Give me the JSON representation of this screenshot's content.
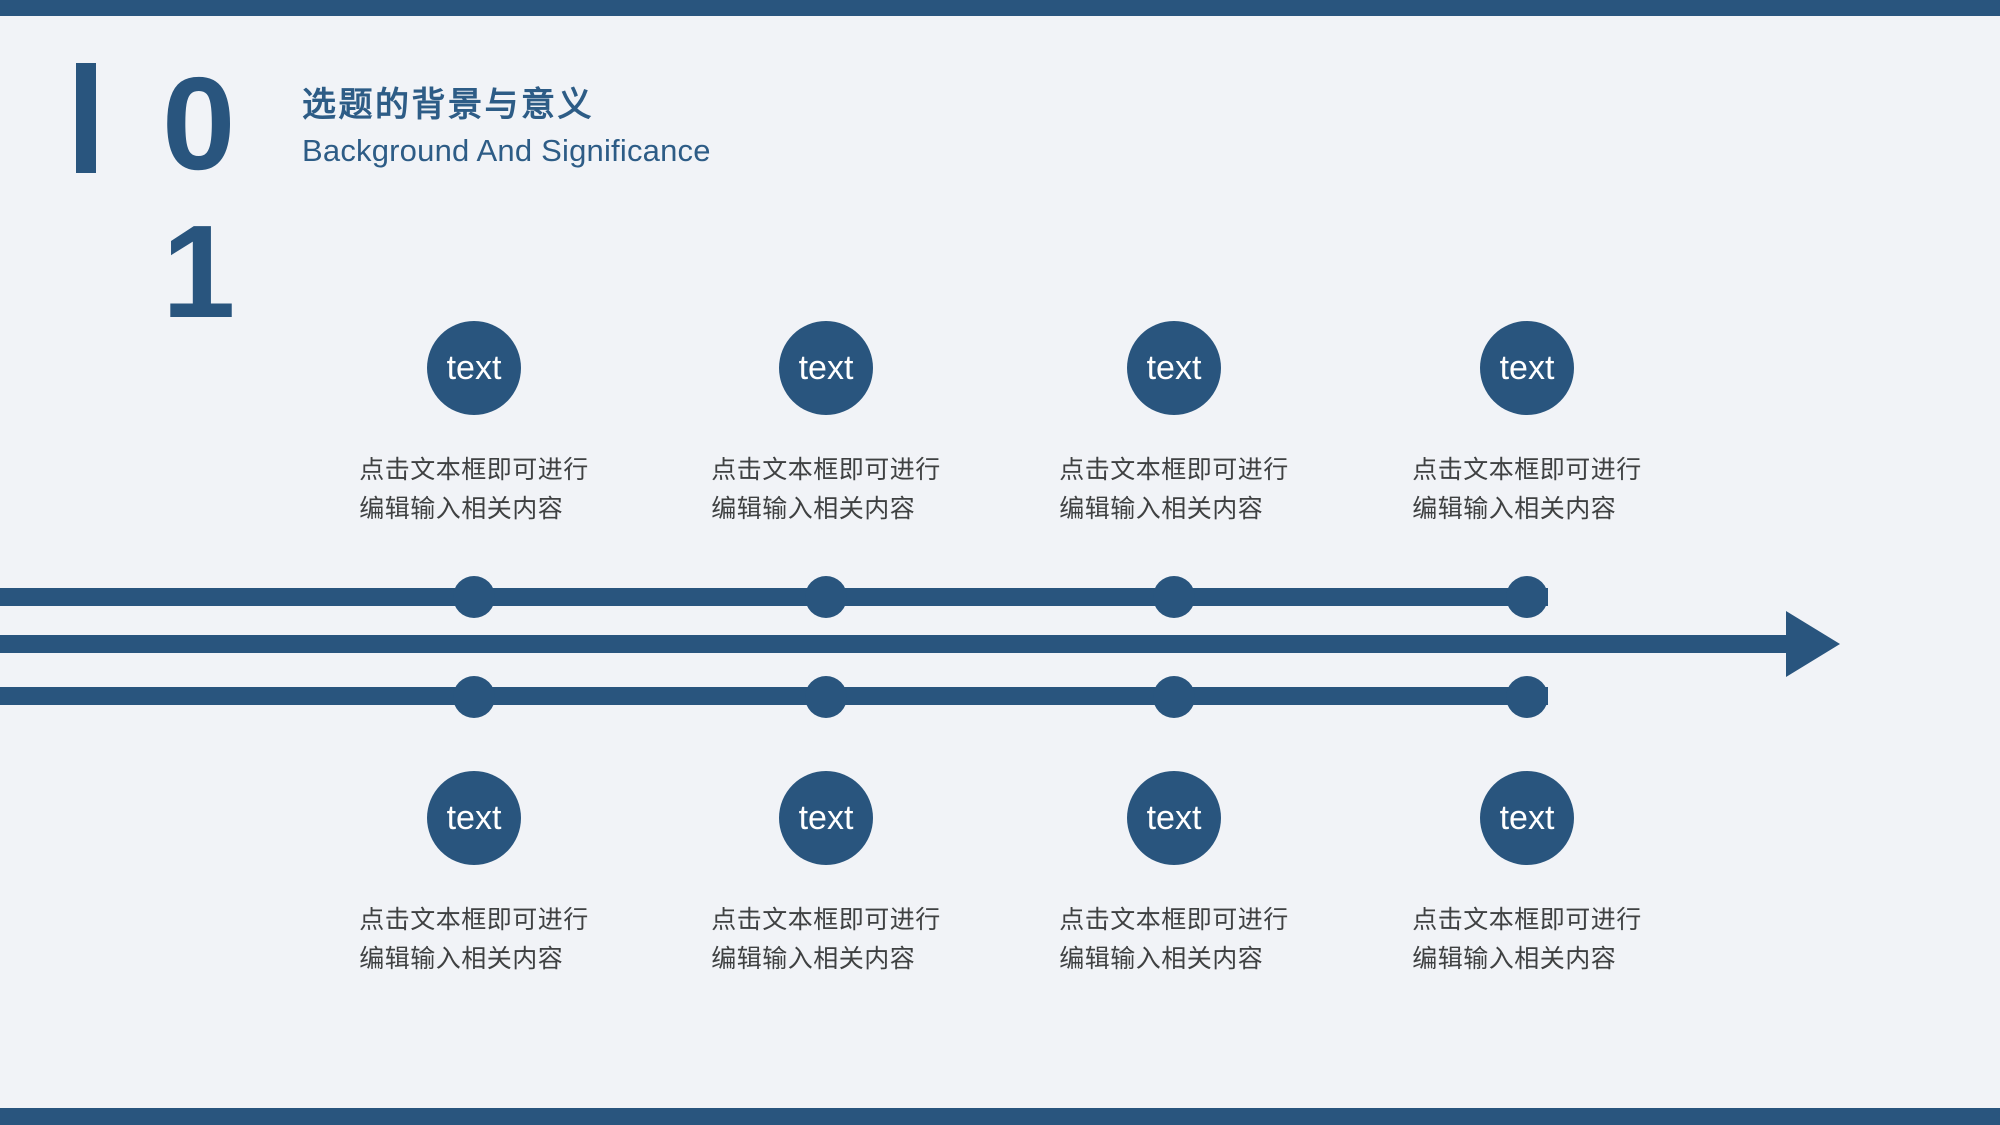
{
  "slide": {
    "section_number": "01",
    "title": "选题的背景与意义",
    "subtitle": "Background And Significance"
  },
  "colors": {
    "accent": "#29557e",
    "title": "#2d5c86",
    "background": "#f1f3f7",
    "body_text": "#3f4142",
    "node_text": "#ffffff"
  },
  "timeline": {
    "top_items": [
      {
        "node_label": "text",
        "description": "点击文本框即可进行\n编辑输入相关内容"
      },
      {
        "node_label": "text",
        "description": "点击文本框即可进行\n编辑输入相关内容"
      },
      {
        "node_label": "text",
        "description": "点击文本框即可进行\n编辑输入相关内容"
      },
      {
        "node_label": "text",
        "description": "点击文本框即可进行\n编辑输入相关内容"
      }
    ],
    "bottom_items": [
      {
        "node_label": "text",
        "description": "点击文本框即可进行\n编辑输入相关内容"
      },
      {
        "node_label": "text",
        "description": "点击文本框即可进行\n编辑输入相关内容"
      },
      {
        "node_label": "text",
        "description": "点击文本框即可进行\n编辑输入相关内容"
      },
      {
        "node_label": "text",
        "description": "点击文本框即可进行\n编辑输入相关内容"
      }
    ]
  }
}
